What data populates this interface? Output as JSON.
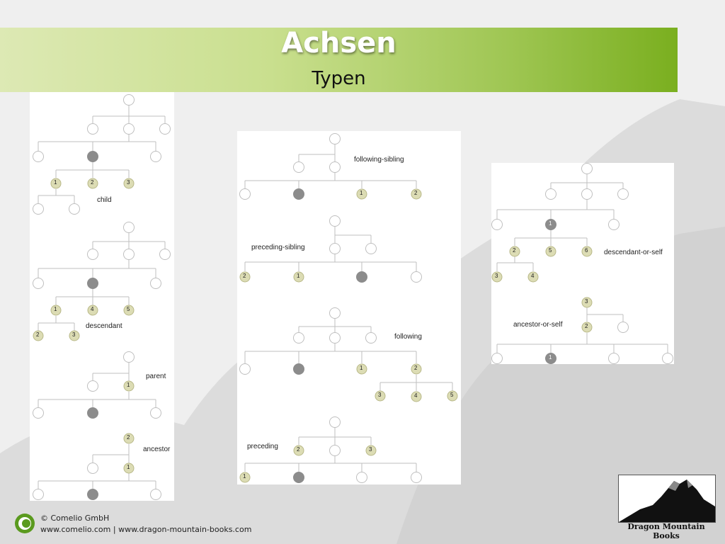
{
  "slide": {
    "title": "Achsen",
    "subtitle": "Typen"
  },
  "colors": {
    "node_fill": "#ffffff",
    "node_stroke": "#bfbfbf",
    "numbered_fill": "#dcdcb4",
    "numbered_stroke": "#b8b888",
    "context_fill": "#8c8c8c",
    "line": "#bfbfbf"
  },
  "diagrams": {
    "child": {
      "label": "child",
      "numbers": [
        "1",
        "2",
        "3"
      ]
    },
    "descendant": {
      "label": "descendant",
      "numbers": [
        "1",
        "4",
        "5",
        "2",
        "3"
      ]
    },
    "parent": {
      "label": "parent",
      "numbers": [
        "1"
      ]
    },
    "ancestor": {
      "label": "ancestor",
      "numbers": [
        "2",
        "1"
      ]
    },
    "following_sibling": {
      "label": "following-sibling",
      "numbers": [
        "1",
        "2"
      ]
    },
    "preceding_sibling": {
      "label": "preceding-sibling",
      "numbers": [
        "2",
        "1"
      ]
    },
    "following": {
      "label": "following",
      "numbers": [
        "1",
        "2",
        "3",
        "4",
        "5"
      ]
    },
    "preceding": {
      "label": "preceding",
      "numbers": [
        "2",
        "3",
        "1"
      ]
    },
    "descendant_or_self": {
      "label": "descendant-or-self",
      "numbers": [
        "1",
        "2",
        "5",
        "6",
        "3",
        "4"
      ]
    },
    "ancestor_or_self": {
      "label": "ancestor-or-self",
      "numbers": [
        "3",
        "2",
        "1"
      ]
    }
  },
  "footer": {
    "copyright": "© Comelio GmbH",
    "links": "www.comelio.com | www.dragon-mountain-books.com",
    "brand": "Dragon Mountain Books"
  }
}
